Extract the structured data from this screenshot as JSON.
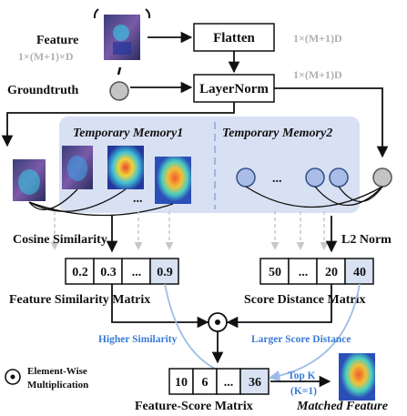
{
  "labels": {
    "feature": "Feature",
    "feature_dim": "1×(M+1)×D",
    "groundtruth": "Groundtruth",
    "flatten": "Flatten",
    "flatten_dim": "1×(M+1)D",
    "layernorm": "LayerNorm",
    "layernorm_dim": "1×(M+1)D",
    "temp_memory1": "Temporary Memory1",
    "temp_memory2": "Temporary Memory2",
    "cosine_similarity": "Cosine Similarity",
    "l2_norm": "L2 Norm",
    "feature_similarity_matrix": "Feature Similarity Matrix",
    "score_distance_matrix": "Score Distance Matrix",
    "higher_similarity": "Higher Similarity",
    "larger_score_distance": "Larger Score Distance",
    "legend_line1": "Element-Wise",
    "legend_line2": "Multiplication",
    "feature_score_matrix": "Feature-Score Matrix",
    "topk_line1": "Top K",
    "topk_line2": "(K=1)",
    "matched_feature": "Matched Feature"
  },
  "ellipsis": "...",
  "similarity_cells": [
    "0.2",
    "0.3",
    "...",
    "0.9"
  ],
  "distance_cells": [
    "50",
    "...",
    "20",
    "40"
  ],
  "feature_score_cells": [
    "10",
    "6",
    "...",
    "36"
  ],
  "colors": {
    "memory_panel": "#d8e1f3",
    "highlight_cell": "#d9e2f2",
    "circle_fill": "#a9bde6",
    "circle_stroke": "#344e8a",
    "arrow_blue": "#9dbde8",
    "text_blue": "#3a7bd5",
    "dim_gray": "#b0b0b0",
    "dashed_gray": "#c8c8c8"
  }
}
